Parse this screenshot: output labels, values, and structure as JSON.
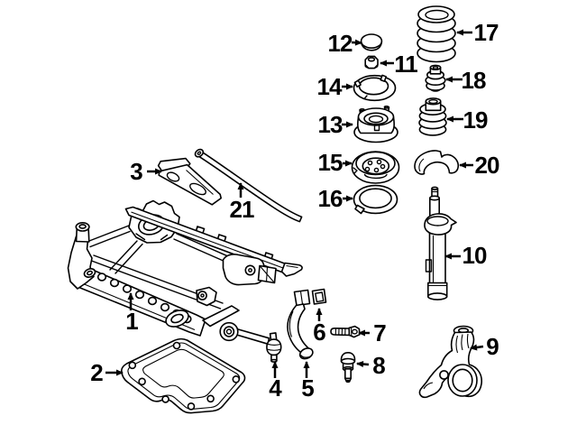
{
  "diagram": {
    "background_color": "#ffffff",
    "line_color": "#000000",
    "label_color": "#000000",
    "callout_count": 21,
    "callouts": [
      {
        "label": "1"
      },
      {
        "label": "2"
      },
      {
        "label": "3"
      },
      {
        "label": "4"
      },
      {
        "label": "5"
      },
      {
        "label": "6"
      },
      {
        "label": "7"
      },
      {
        "label": "8"
      },
      {
        "label": "9"
      },
      {
        "label": "10"
      },
      {
        "label": "11"
      },
      {
        "label": "12"
      },
      {
        "label": "13"
      },
      {
        "label": "14"
      },
      {
        "label": "15"
      },
      {
        "label": "16"
      },
      {
        "label": "17"
      },
      {
        "label": "18"
      },
      {
        "label": "19"
      },
      {
        "label": "20"
      },
      {
        "label": "21"
      }
    ]
  }
}
